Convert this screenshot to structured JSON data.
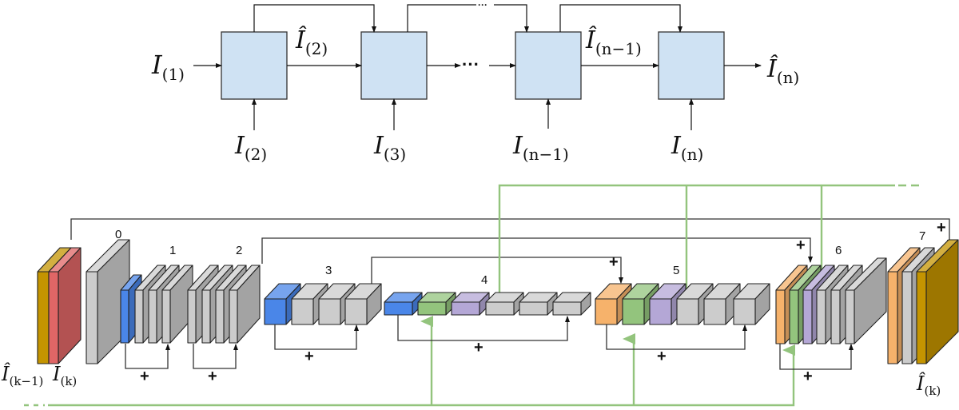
{
  "top_diagram": {
    "input_first": {
      "base": "I",
      "sub": "(1)"
    },
    "output_labels": [
      {
        "base": "Î",
        "sub": "(2)"
      },
      {
        "base": "Î",
        "sub": "(n−1)"
      },
      {
        "base": "Î",
        "sub": "(n)"
      }
    ],
    "bottom_inputs": [
      {
        "base": "I",
        "sub": "(2)"
      },
      {
        "base": "I",
        "sub": "(3)"
      },
      {
        "base": "I",
        "sub": "(n−1)"
      },
      {
        "base": "I",
        "sub": "(n)"
      }
    ],
    "ellipsis": "···",
    "block_color": "#cfe2f3"
  },
  "bottom_diagram": {
    "stage_labels": [
      "0",
      "1",
      "2",
      "3",
      "4",
      "5",
      "6",
      "7"
    ],
    "plus_sign": "+",
    "input_labels": [
      {
        "base": "Î",
        "sub": "(k−1)"
      },
      {
        "base": "I",
        "sub": "(k)"
      }
    ],
    "output_label": {
      "base": "Î",
      "sub": "(k)"
    },
    "colors": {
      "gold": "#c49400",
      "red": "#e06666",
      "gray": "#cccccc",
      "blue": "#4a86e8",
      "green": "#93c47d",
      "purple": "#b4a7d6",
      "orange": "#f6b26b",
      "recurrent_line": "#93c47d"
    }
  }
}
